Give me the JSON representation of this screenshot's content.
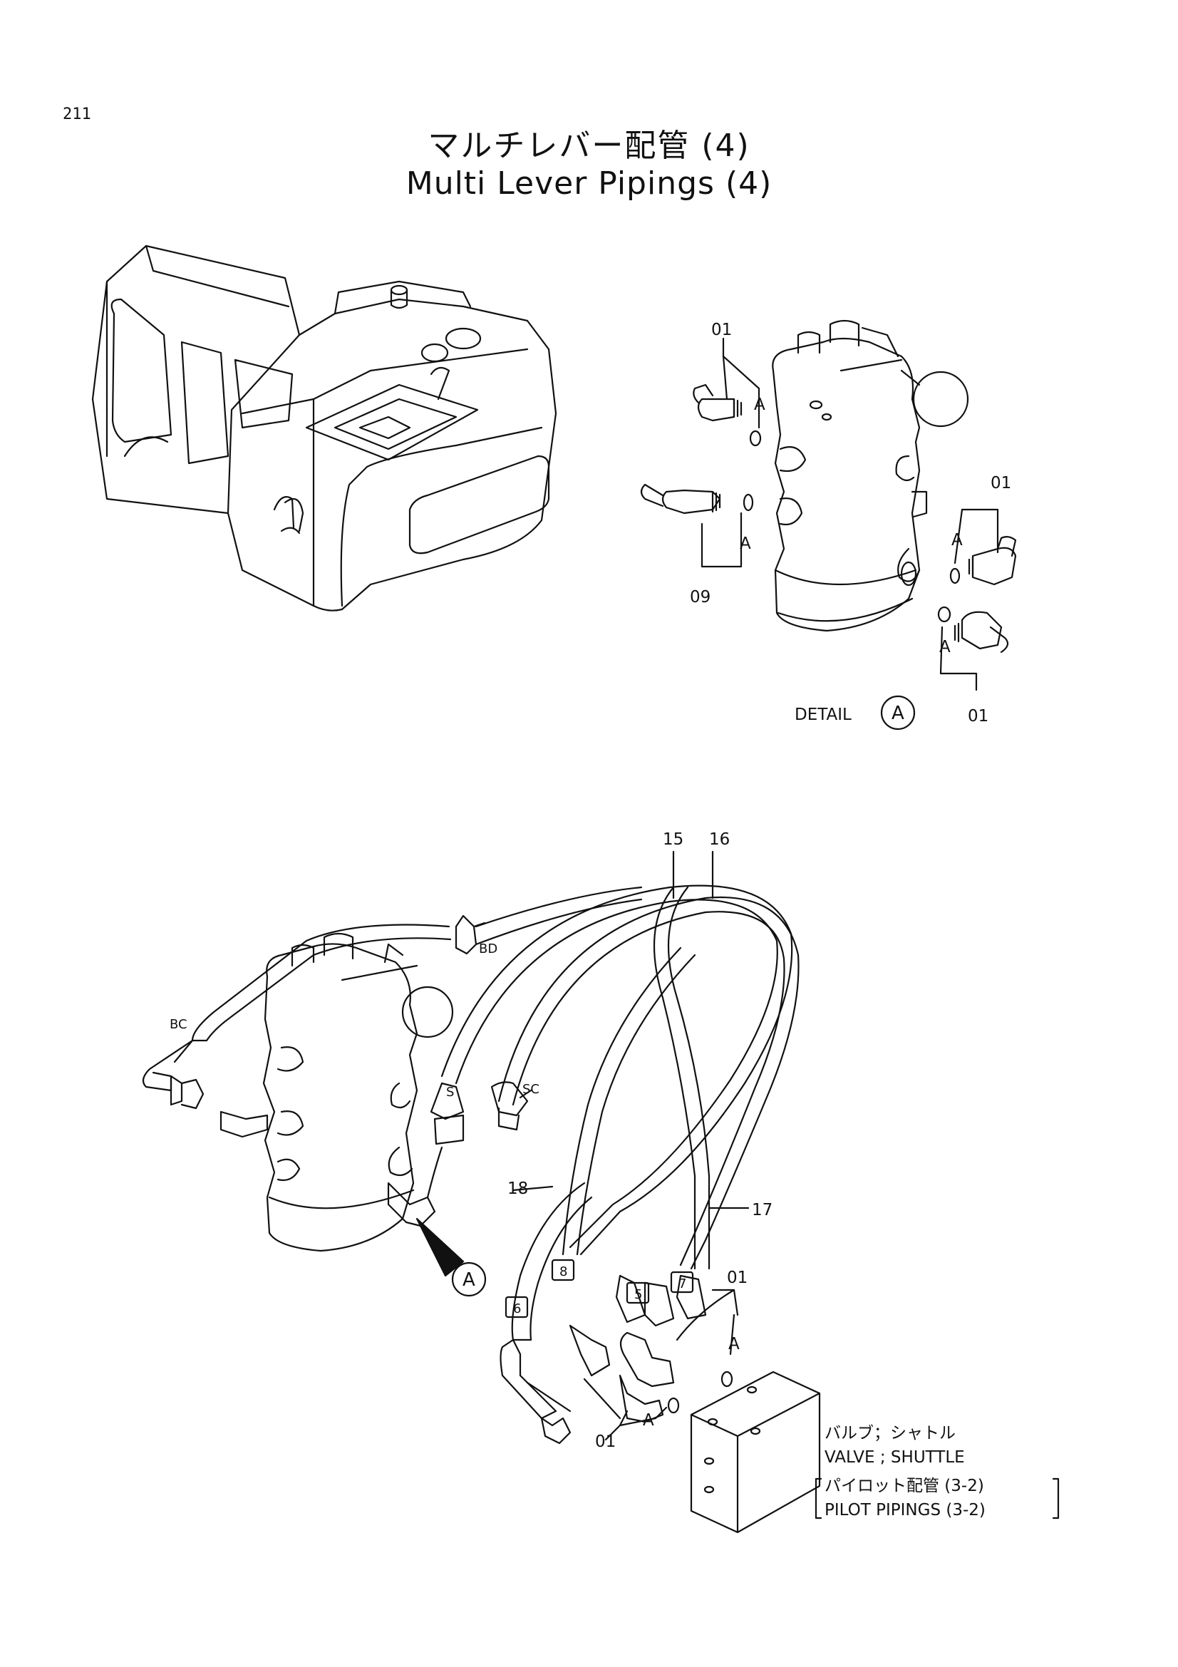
{
  "header": {
    "page_number": "211",
    "title_jp": "マルチレバー配管 (4)",
    "title_en": "Multi Lever Pipings (4)"
  },
  "detail": {
    "caption": "DETAIL",
    "ref_letter": "A",
    "callouts": {
      "p01a": "01",
      "p01b": "01",
      "p01c": "01",
      "p09": "09"
    },
    "o_ring_marks": [
      "A",
      "A",
      "A",
      "A"
    ]
  },
  "main": {
    "part_labels": {
      "p15": "15",
      "p16": "16",
      "p17": "17",
      "p18": "18",
      "p01a": "01",
      "p01b": "01"
    },
    "port_labels": {
      "bd": "BD",
      "bc": "BC",
      "sc": "SC",
      "s": "S"
    },
    "hose_markers": {
      "m5": "5",
      "m6": "6",
      "m7": "7",
      "m8": "8"
    },
    "detail_ref": "A",
    "a_marks": [
      "A",
      "A"
    ]
  },
  "notes": {
    "valve_jp": "バルブ；シャトル",
    "valve_en": "VALVE ; SHUTTLE",
    "ref_jp": "パイロット配管 (3-2)",
    "ref_en": "PILOT PIPINGS (3-2)"
  }
}
